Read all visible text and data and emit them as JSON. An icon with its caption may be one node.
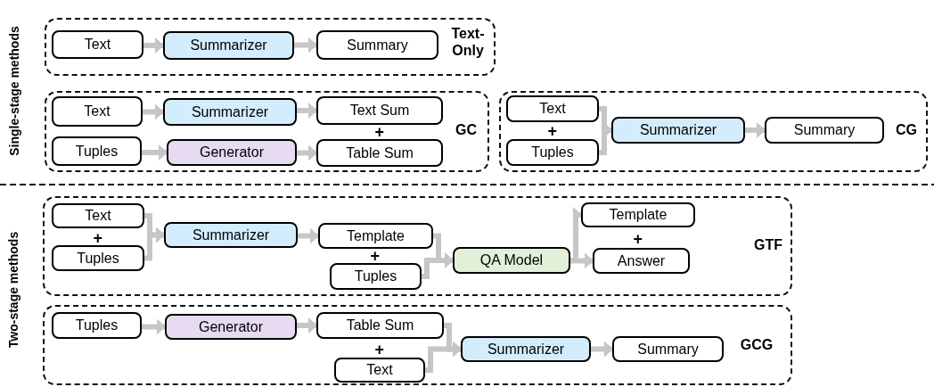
{
  "diagram": {
    "nodes": [
      {
        "text": [
          "Text-Only"
        ]
      },
      {
        "text": [
          "Text"
        ],
        "in": 0
      },
      {
        "text": [
          "Summarizer"
        ],
        "in": 0
      },
      {
        "text": [
          "Summary"
        ],
        "in": 0
      },
      {
        "text": [
          "GC"
        ]
      },
      {
        "text": [
          "Text"
        ],
        "in": 4
      },
      {
        "text": [
          "Summarizer"
        ],
        "in": 4
      },
      {
        "text": [
          "Text Sum"
        ],
        "in": 4
      },
      {
        "text": [
          "Tuples"
        ],
        "in": 4
      },
      {
        "text": [
          "Generator"
        ],
        "in": 4
      },
      {
        "text": [
          "Table Sum"
        ],
        "in": 4
      },
      {
        "text": [
          "CG"
        ]
      },
      {
        "text": [
          "Text"
        ],
        "in": 11
      },
      {
        "text": [
          "Tuples"
        ],
        "in": 11
      },
      {
        "text": [
          "Summarizer"
        ],
        "in": 11
      },
      {
        "text": [
          "Summary"
        ],
        "in": 11
      },
      {
        "text": [
          "GTF"
        ]
      },
      {
        "text": [
          "Text"
        ],
        "in": 16
      },
      {
        "text": [
          "Tuples"
        ],
        "in": 16
      },
      {
        "text": [
          "Summarizer"
        ],
        "in": 16
      },
      {
        "text": [
          "Template"
        ],
        "in": 16
      },
      {
        "text": [
          "Tuples"
        ],
        "in": 16
      },
      {
        "text": [
          "QA Model"
        ],
        "in": 16
      },
      {
        "text": [
          "Template"
        ],
        "in": 16
      },
      {
        "text": [
          "Answer"
        ],
        "in": 16
      },
      {
        "text": [
          "GCG"
        ]
      },
      {
        "text": [
          "Tuples"
        ],
        "in": 25
      },
      {
        "text": [
          "Generator"
        ],
        "in": 25
      },
      {
        "text": [
          "Table Sum"
        ],
        "in": 25
      },
      {
        "text": [
          "Text"
        ],
        "in": 25
      },
      {
        "text": [
          "Summarizer"
        ],
        "in": 25
      },
      {
        "text": [
          "Summary"
        ],
        "in": 25
      }
    ],
    "edges": [
      {
        "from": 1,
        "to": 2,
        "arrow": "to"
      },
      {
        "from": 2,
        "to": 3,
        "arrow": "to"
      },
      {
        "from": 5,
        "to": 6,
        "arrow": "to"
      },
      {
        "from": 6,
        "to": 7,
        "arrow": "to"
      },
      {
        "from": 8,
        "to": 9,
        "arrow": "to"
      },
      {
        "from": 9,
        "to": 10,
        "arrow": "to"
      },
      {
        "from": 12,
        "to": 14,
        "arrow": "to"
      },
      {
        "from": 13,
        "to": 14,
        "arrow": "to"
      },
      {
        "from": 14,
        "to": 15,
        "arrow": "to"
      },
      {
        "from": 17,
        "to": 19,
        "arrow": "to"
      },
      {
        "from": 18,
        "to": 19,
        "arrow": "to"
      },
      {
        "from": 19,
        "to": 20,
        "arrow": "to"
      },
      {
        "from": 20,
        "to": 22,
        "arrow": "to"
      },
      {
        "from": 21,
        "to": 22,
        "arrow": "to"
      },
      {
        "from": 22,
        "to": 23,
        "arrow": "to"
      },
      {
        "from": 22,
        "to": 24,
        "arrow": "to"
      },
      {
        "from": 26,
        "to": 27,
        "arrow": "to"
      },
      {
        "from": 27,
        "to": 28,
        "arrow": "to"
      },
      {
        "from": 28,
        "to": 30,
        "arrow": "to"
      },
      {
        "from": 29,
        "to": 30,
        "arrow": "to"
      },
      {
        "from": 30,
        "to": 31,
        "arrow": "to"
      }
    ],
    "labels": [
      "Single-stage methods",
      "+",
      "+",
      "Two-stage methods",
      "+",
      "+",
      "+",
      "+"
    ]
  }
}
